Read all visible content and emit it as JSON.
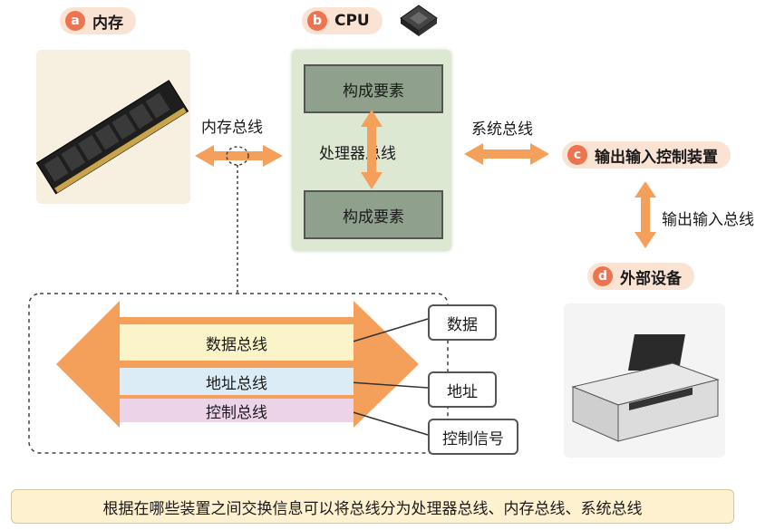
{
  "components": {
    "memory": {
      "letter": "a",
      "label": "内存"
    },
    "cpu": {
      "letter": "b",
      "label": "CPU",
      "unit_top": "构成要素",
      "unit_bottom": "构成要素",
      "inner_bus": "处理器总线"
    },
    "io_controller": {
      "letter": "c",
      "label": "输出输入控制装置"
    },
    "external": {
      "letter": "d",
      "label": "外部设备"
    }
  },
  "buses": {
    "memory_bus": "内存总线",
    "system_bus": "系统总线",
    "io_bus": "输出输入总线"
  },
  "bus_detail": {
    "lines": [
      {
        "label": "数据总线",
        "color": "#fbf4c8"
      },
      {
        "label": "地址总线",
        "color": "#dcecf6"
      },
      {
        "label": "控制总线",
        "color": "#ecd3e8"
      }
    ],
    "callouts": [
      "数据",
      "地址",
      "控制信号"
    ]
  },
  "caption": "根据在哪些装置之间交换信息可以将总线分为处理器总线、内存总线、系统总线",
  "colors": {
    "arrow": "#f4a05a",
    "badge": "#ee7450",
    "tag_bg": "#fbe3d4",
    "cpu_bg": "#dde8d2",
    "caption_bg": "#fdf1cf"
  }
}
